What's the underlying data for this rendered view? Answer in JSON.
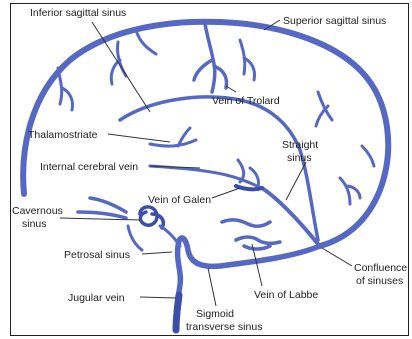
{
  "labels": {
    "inferior_sagittal_sinus": "Inferior sagittal sinus",
    "superior_sagittal_sinus": "Superior sagittal sinus",
    "vein_of_trolard": "Vein of Trolard",
    "thalamostriate": "Thalamostriate",
    "straight_sinus_line1": "Straight",
    "straight_sinus_line2": "sinus",
    "internal_cerebral_vein": "Internal cerebral vein",
    "vein_of_galen": "Vein of Galen",
    "cavernous_sinus_line1": "Cavernous",
    "cavernous_sinus_line2": "sinus",
    "petrosal_sinus": "Petrosal sinus",
    "confluence_line1": "Confluence",
    "confluence_line2": "of sinuses",
    "vein_of_labbe": "Vein of Labbe",
    "jugular_vein": "Jugular vein",
    "sigmoid_line1": "Sigmoid",
    "sigmoid_line2": "transverse sinus"
  },
  "colors": {
    "vein": "#5568c4",
    "vein_dark": "#3c4fa8",
    "text": "#222222"
  }
}
